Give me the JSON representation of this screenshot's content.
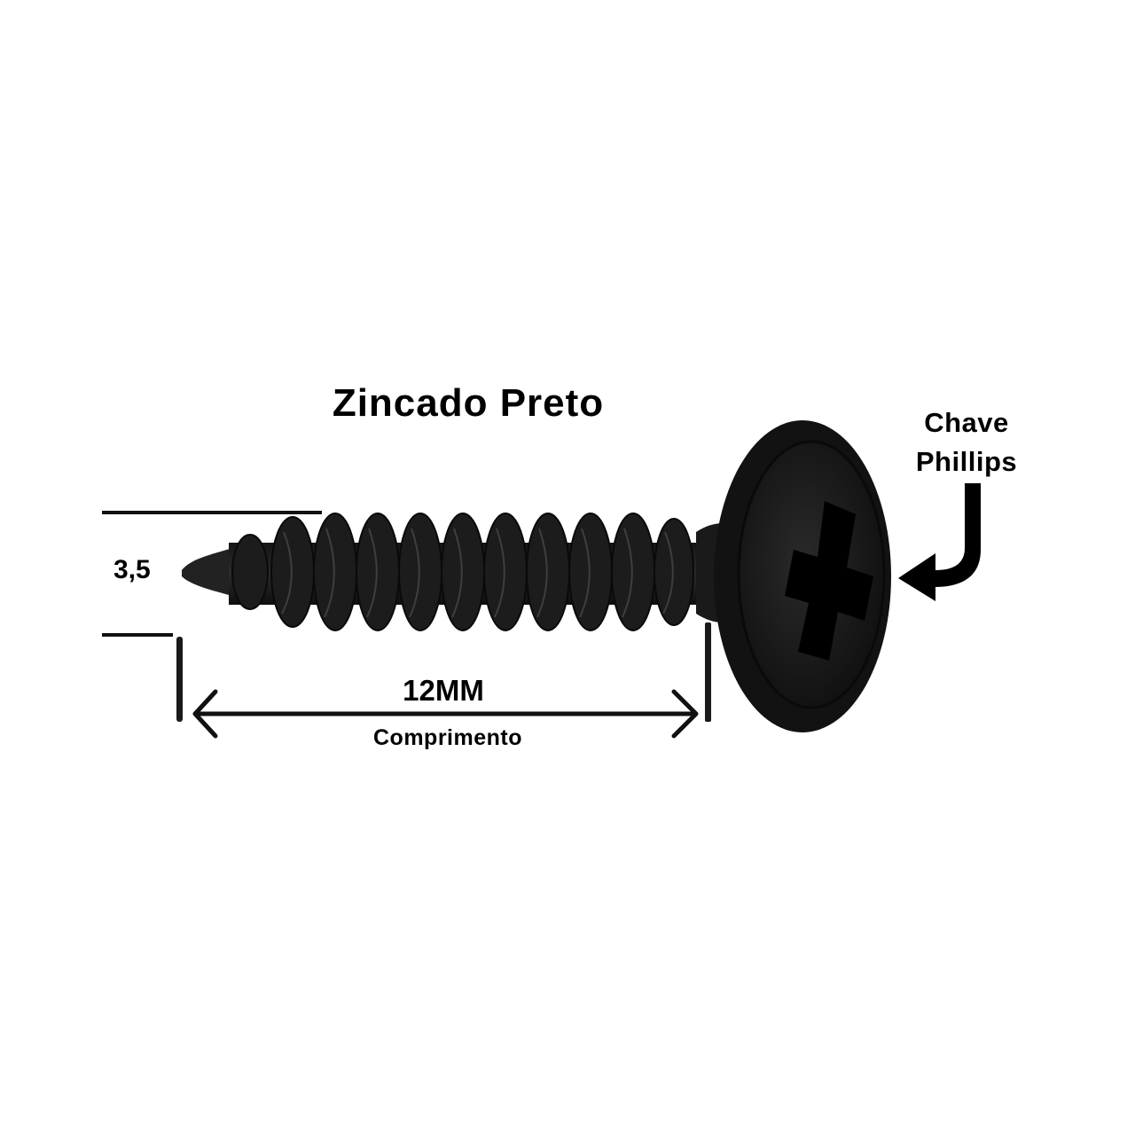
{
  "title": "Zincado Preto",
  "callout": {
    "line1": "Chave",
    "line2": "Phillips",
    "target": "phillips-head-recess"
  },
  "dimensions": {
    "diameter_label": "3,5",
    "length_value": "12MM",
    "length_caption": "Comprimento"
  },
  "product": {
    "type": "screw",
    "head": "wafer head with Phillips drive",
    "finish_color": "#1a1a1a"
  },
  "colors": {
    "background": "#ffffff",
    "text": "#000000",
    "lines": "#111111"
  }
}
